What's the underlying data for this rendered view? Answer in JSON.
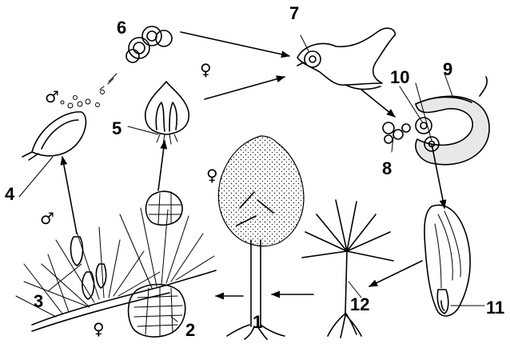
{
  "labels": {
    "n1": "1",
    "n2": "2",
    "n3": "3",
    "n4": "4",
    "n5": "5",
    "n6": "6",
    "n7": "7",
    "n8": "8",
    "n9": "9",
    "n10": "10",
    "n11": "11",
    "n12": "12"
  },
  "symbols": {
    "male": "♂",
    "female": "♀"
  }
}
